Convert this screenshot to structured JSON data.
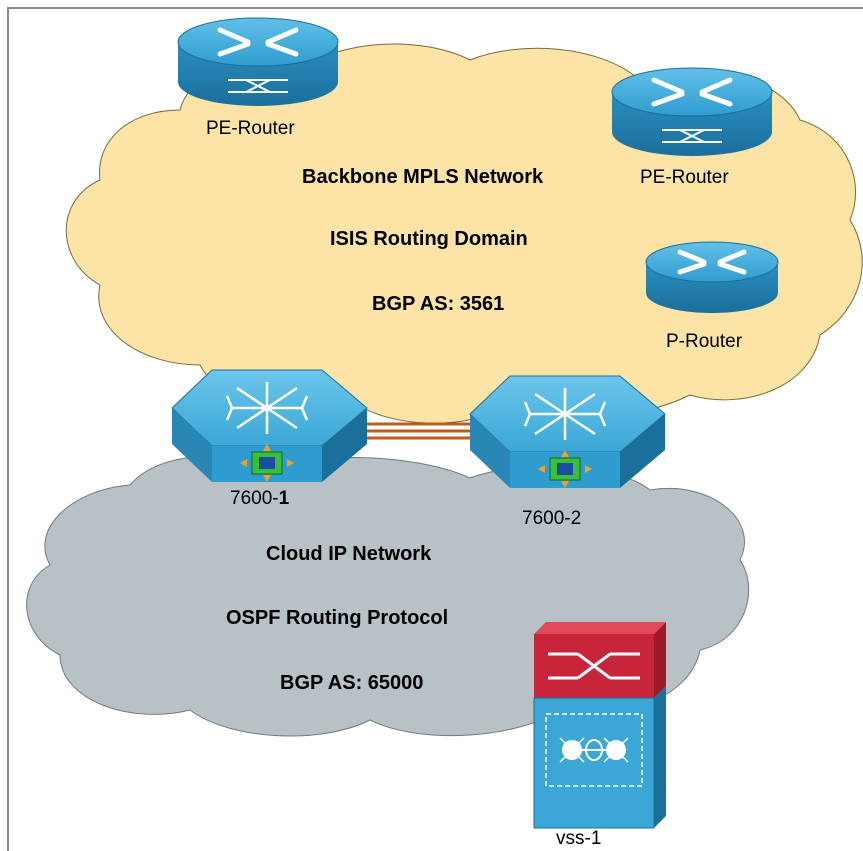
{
  "colors": {
    "frame": "#8a8a8a",
    "backbone_cloud": "#fce3a6",
    "ip_cloud": "#b8c2c6",
    "router_blue": "#3aa7d6",
    "vss_red": "#c8253a"
  },
  "backbone": {
    "title": "Backbone MPLS Network",
    "routing": "ISIS Routing Domain",
    "bgp": "BGP AS: 3561"
  },
  "ip_cloud": {
    "title": "Cloud IP Network",
    "routing": "OSPF Routing Protocol",
    "bgp": "BGP AS: 65000"
  },
  "devices": {
    "pe_router_1": {
      "label": "PE-Router",
      "icon": "router-icon"
    },
    "pe_router_2": {
      "label": "PE-Router",
      "icon": "router-icon"
    },
    "p_router": {
      "label": "P-Router",
      "icon": "router-icon"
    },
    "switch_1": {
      "label_prefix": "7600-",
      "label_num": "1",
      "icon": "multilayer-switch-icon"
    },
    "switch_2": {
      "label": "7600-2",
      "icon": "multilayer-switch-icon"
    },
    "vss": {
      "label": "vss-1",
      "icon": "vss-switch-icon"
    }
  }
}
